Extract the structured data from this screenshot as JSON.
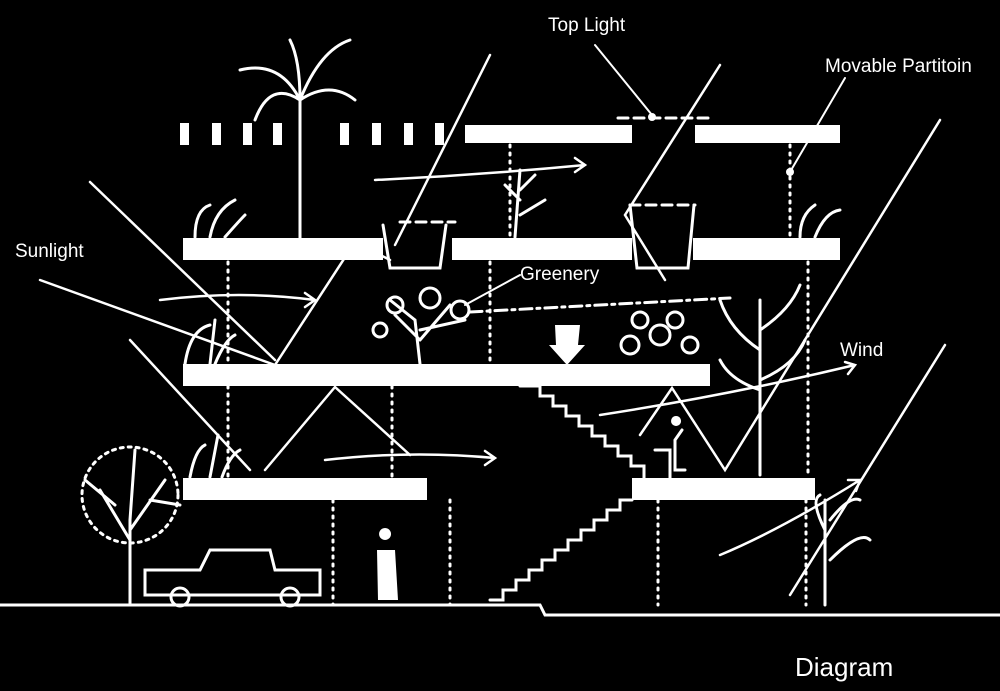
{
  "labels": {
    "top_light": "Top Light",
    "movable_partition": "Movable Partitoin",
    "sunlight": "Sunlight",
    "greenery": "Greenery",
    "wind": "Wind"
  },
  "title": "Diagram",
  "colors": {
    "background": "#000000",
    "ink": "#ffffff"
  }
}
